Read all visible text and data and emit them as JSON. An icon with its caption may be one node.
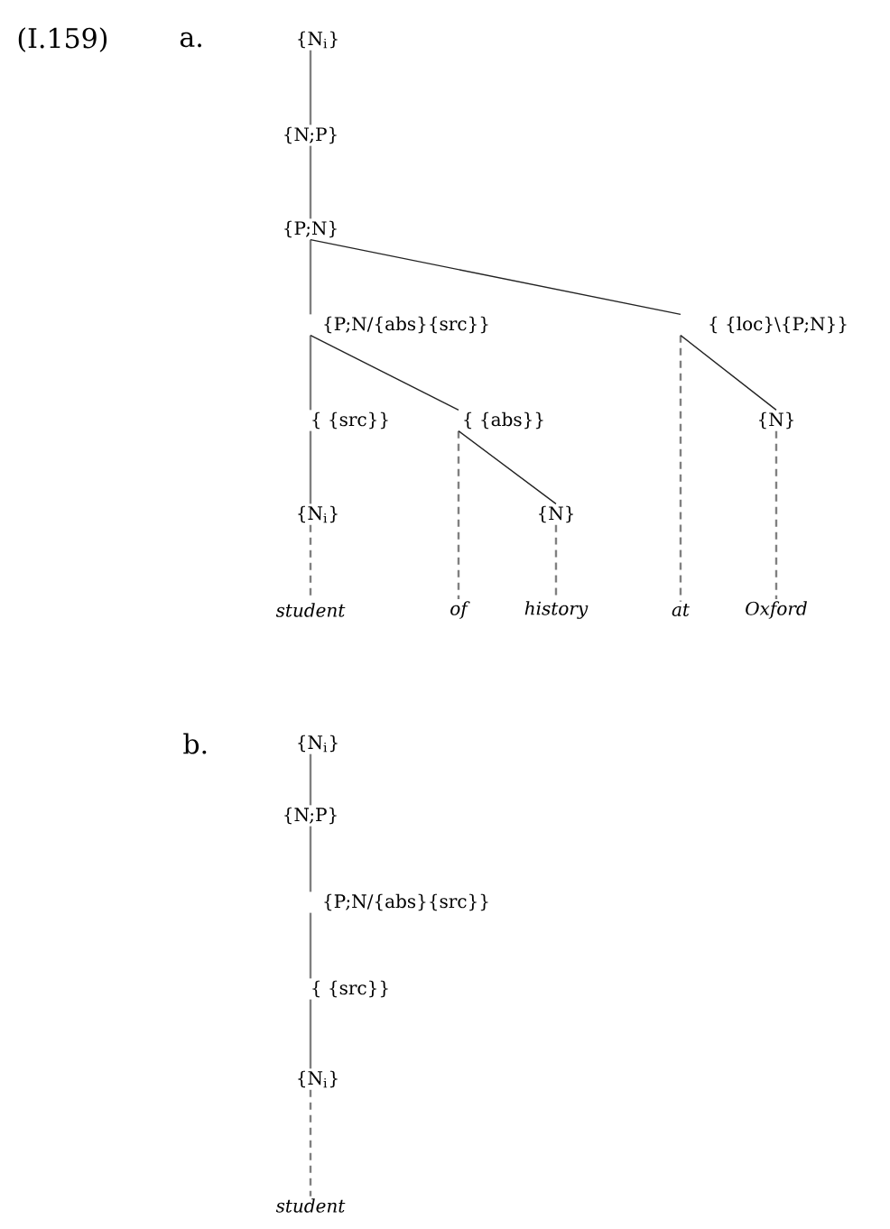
{
  "diagram": {
    "nodes": [
      {
        "text": [
          "{N$_{i}$}"
        ]
      },
      {
        "text": [
          "{N;P}"
        ]
      },
      {
        "text": [
          "{P;N}"
        ]
      },
      {
        "text": [
          "{P;N/{abs}{src}}"
        ]
      },
      {
        "text": [
          "{ {loc}\\{P;N}}"
        ]
      },
      {
        "text": [
          "{ {src}}"
        ]
      },
      {
        "text": [
          "{ {abs}}"
        ]
      },
      {
        "text": [
          "{N}"
        ]
      },
      {
        "text": [
          "{N$_{i}$}"
        ]
      },
      {
        "text": [
          "{N}"
        ]
      },
      {
        "text": [
          "student"
        ]
      },
      {
        "text": [
          "of"
        ]
      },
      {
        "text": [
          "history"
        ]
      },
      {
        "text": [
          "at"
        ]
      },
      {
        "text": [
          "Oxford"
        ]
      },
      {
        "text": [
          "{N$_{i}$}"
        ]
      },
      {
        "text": [
          "{N;P}"
        ]
      },
      {
        "text": [
          "{P;N/{abs}{src}}"
        ]
      },
      {
        "text": [
          "{ {src}}"
        ]
      },
      {
        "text": [
          "{N$_{i}$}"
        ]
      },
      {
        "text": [
          "student"
        ]
      }
    ],
    "edges": [
      {
        "from": 0,
        "to": 1,
        "arrow": "none"
      },
      {
        "from": 1,
        "to": 2,
        "arrow": "none"
      },
      {
        "from": 2,
        "to": 3,
        "arrow": "none"
      },
      {
        "from": 2,
        "to": 4,
        "arrow": "none",
        "color": "#222222"
      },
      {
        "from": 3,
        "to": 5,
        "arrow": "none"
      },
      {
        "from": 3,
        "to": 6,
        "arrow": "none",
        "color": "#222222"
      },
      {
        "from": 4,
        "to": 13,
        "arrow": "none",
        "style": "dashed"
      },
      {
        "from": 4,
        "to": 7,
        "arrow": "none",
        "color": "#222222"
      },
      {
        "from": 5,
        "to": 8,
        "arrow": "none"
      },
      {
        "from": 6,
        "to": 11,
        "arrow": "none",
        "style": "dashed"
      },
      {
        "from": 6,
        "to": 9,
        "arrow": "none",
        "color": "#222222"
      },
      {
        "from": 8,
        "to": 10,
        "arrow": "none",
        "style": "dashed"
      },
      {
        "from": 9,
        "to": 12,
        "arrow": "none",
        "style": "dashed"
      },
      {
        "from": 7,
        "to": 14,
        "arrow": "none",
        "style": "dashed"
      },
      {
        "from": 15,
        "to": 16,
        "arrow": "none"
      },
      {
        "from": 16,
        "to": 17,
        "arrow": "none"
      },
      {
        "from": 17,
        "to": 18,
        "arrow": "none"
      },
      {
        "from": 18,
        "to": 19,
        "arrow": "none"
      },
      {
        "from": 19,
        "to": 20,
        "arrow": "none",
        "style": "dashed"
      }
    ],
    "labels": [
      "(I.159)",
      "a.",
      "b."
    ]
  }
}
